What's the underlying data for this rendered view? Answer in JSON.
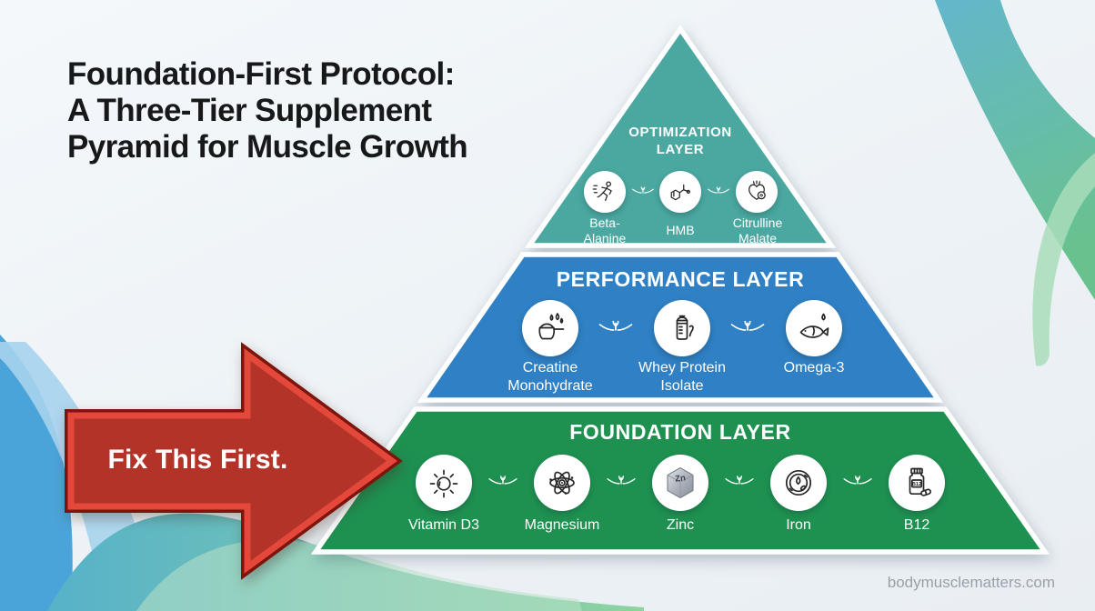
{
  "title": {
    "lines": [
      "Foundation-First Protocol:",
      "A Three-Tier Supplement",
      "Pyramid for Muscle Growth"
    ]
  },
  "callout": {
    "label": "Fix This First.",
    "fill": "#b43328",
    "stroke_bright": "#e4483a",
    "stroke_dark": "#7d150d"
  },
  "watermark": "bodymusclematters.com",
  "pyramid": {
    "layers": [
      {
        "name": "optimization",
        "title": "OPTIMIZATION LAYER",
        "color": "#4aa8a0",
        "items": [
          {
            "label": "Beta-Alanine",
            "icon": "runner-icon"
          },
          {
            "label": "HMB",
            "icon": "molecule-icon"
          },
          {
            "label": "Citrulline Malate",
            "icon": "heart-icon"
          }
        ]
      },
      {
        "name": "performance",
        "title": "PERFORMANCE LAYER",
        "color": "#2f80c4",
        "items": [
          {
            "label": "Creatine Monohydrate",
            "icon": "scoop-icon"
          },
          {
            "label": "Whey Protein Isolate",
            "icon": "shaker-bottle-icon"
          },
          {
            "label": "Omega-3",
            "icon": "fish-icon"
          }
        ]
      },
      {
        "name": "foundation",
        "title": "FOUNDATION LAYER",
        "color": "#1e9150",
        "items": [
          {
            "label": "Vitamin D3",
            "icon": "sun-icon"
          },
          {
            "label": "Magnesium",
            "icon": "atom-icon"
          },
          {
            "label": "Zinc",
            "icon": "zinc-ingot-icon"
          },
          {
            "label": "Iron",
            "icon": "iron-droplet-icon"
          },
          {
            "label": "B12",
            "icon": "supplement-bottle-icon"
          }
        ]
      }
    ]
  },
  "icon_text": {
    "zinc": "Zn",
    "b12": "B12"
  }
}
